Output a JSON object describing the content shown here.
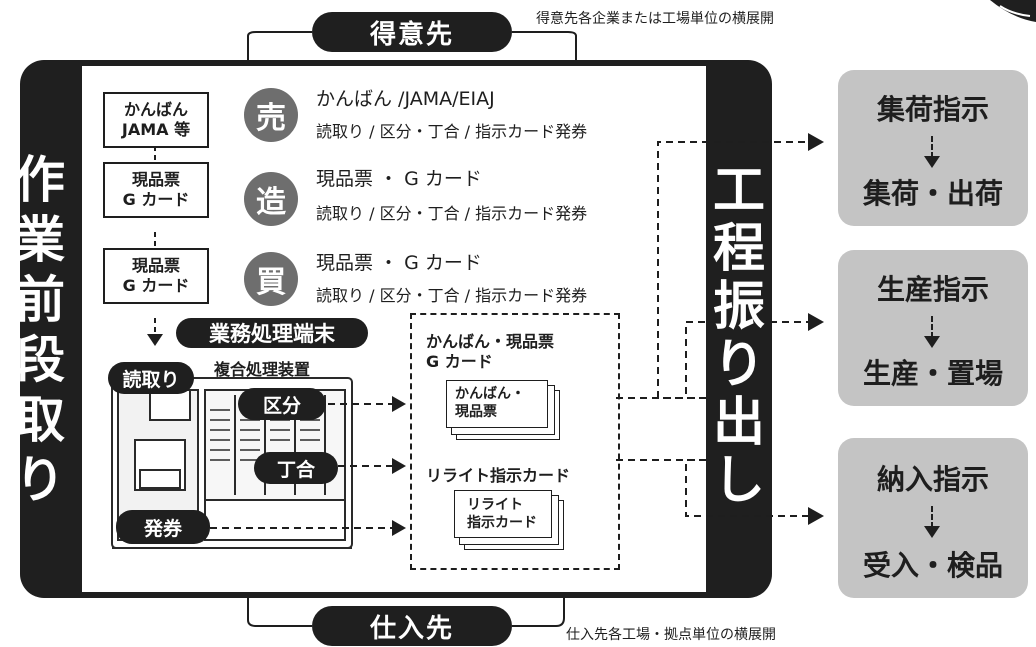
{
  "top": {
    "label": "得意先",
    "note": "得意先各企業または工場単位の横展開"
  },
  "bottom": {
    "label": "仕入先",
    "note": "仕入先各工場・拠点単位の横展開"
  },
  "left_bar": {
    "text": [
      "作",
      "業",
      "前",
      "段",
      "取",
      "り"
    ]
  },
  "right_bar": {
    "text": [
      "工",
      "程",
      "振",
      "り",
      "出",
      "し"
    ]
  },
  "sources": [
    {
      "lines": [
        "かんばん",
        "JAMA 等"
      ]
    },
    {
      "lines": [
        "現品票",
        "G カード"
      ]
    },
    {
      "lines": [
        "現品票",
        "G カード"
      ]
    }
  ],
  "rows": [
    {
      "circle": "売",
      "line1": "かんばん /JAMA/EIAJ",
      "line2": "読取り / 区分・丁合 / 指示カード発券"
    },
    {
      "circle": "造",
      "line1": "現品票 ・ G カード",
      "line2": "読取り / 区分・丁合 / 指示カード発券"
    },
    {
      "circle": "買",
      "line1": "現品票 ・ G カード",
      "line2": "読取り / 区分・丁合 / 指示カード発券"
    }
  ],
  "terminal": {
    "label": "業務処理端末",
    "device": "複合処理装置"
  },
  "machine_labels": {
    "read": "読取り",
    "sort": "区分",
    "collate": "丁合",
    "issue": "発券"
  },
  "output_panel": {
    "group1_title": [
      "かんばん・現品票",
      "G カード"
    ],
    "card1": [
      "かんばん・",
      "現品票"
    ],
    "group2_title": "リライト指示カード",
    "card2": [
      "リライト",
      "指示カード"
    ]
  },
  "destinations": [
    {
      "title": "集荷指示",
      "result_a": "集荷",
      "result_b": "出荷"
    },
    {
      "title": "生産指示",
      "result_a": "生産",
      "result_b": "置場"
    },
    {
      "title": "納入指示",
      "result_a": "受入",
      "result_b": "検品"
    }
  ],
  "colors": {
    "dark": "#1f1f1f",
    "circle": "#6e6e6e",
    "dest_box": "#c4c4c4"
  }
}
